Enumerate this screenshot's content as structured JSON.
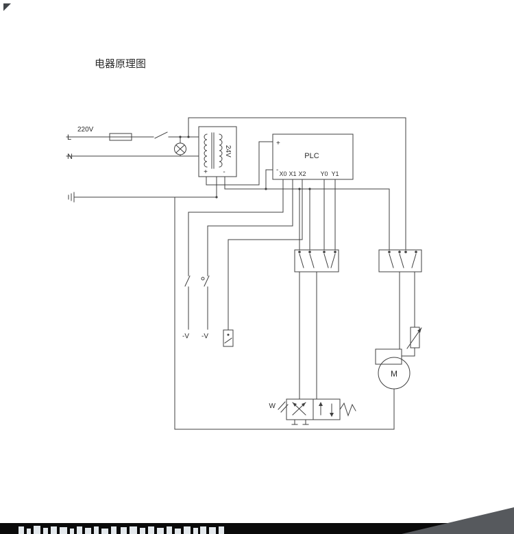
{
  "colors": {
    "background": "#ffffff",
    "line": "#3f3f3f",
    "text": "#2b2b2b",
    "band": "#0a0a0a",
    "wedge": "#56595d"
  },
  "title": "电器原理图",
  "power": {
    "l": "L",
    "n": "N",
    "voltage": "220V"
  },
  "transformer": {
    "voltage": "24V",
    "plus": "+",
    "minus": "-"
  },
  "plc": {
    "name": "PLC",
    "plus": "+",
    "minus": "-",
    "inputs": [
      "X0",
      "X1",
      "X2"
    ],
    "outputs": [
      "Y0",
      "Y1"
    ]
  },
  "sensors": {
    "s1": "-V",
    "s2": "-V"
  },
  "motor": {
    "label": "M"
  },
  "valve": {
    "coil": "W"
  }
}
